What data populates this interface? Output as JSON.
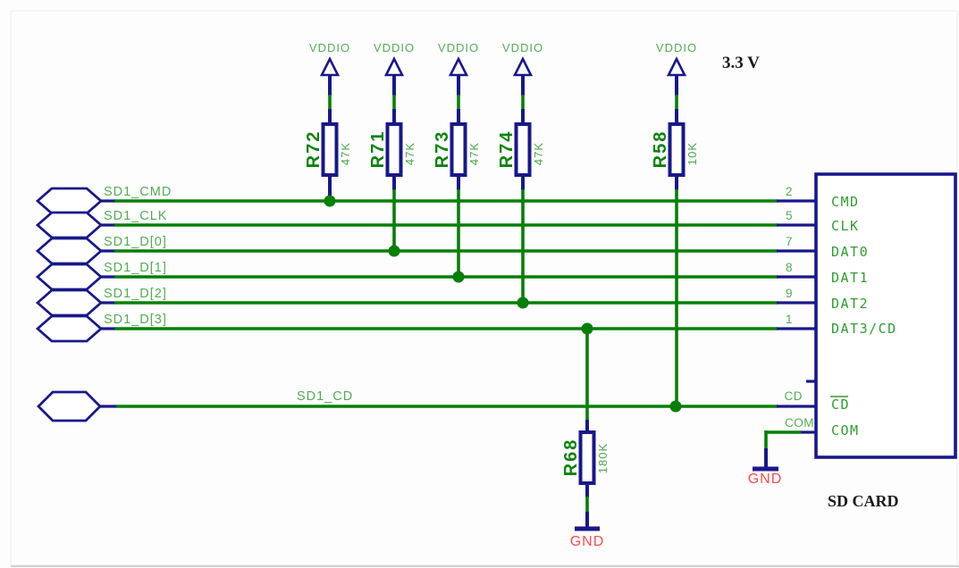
{
  "title_labels": {
    "voltage": "3.3 V",
    "component": "SD CARD"
  },
  "nets": {
    "power": "VDDIO",
    "ground": "GND"
  },
  "signals": {
    "cmd": "SD1_CMD",
    "clk": "SD1_CLK",
    "d0": "SD1_D[0]",
    "d1": "SD1_D[1]",
    "d2": "SD1_D[2]",
    "d3": "SD1_D[3]",
    "cd": "SD1_CD"
  },
  "resistors": {
    "r72": {
      "name": "R72",
      "value": "47K"
    },
    "r71": {
      "name": "R71",
      "value": "47K"
    },
    "r73": {
      "name": "R73",
      "value": "47K"
    },
    "r74": {
      "name": "R74",
      "value": "47K"
    },
    "r58": {
      "name": "R58",
      "value": "10K"
    },
    "r68": {
      "name": "R68",
      "value": "180K"
    }
  },
  "sd_card_pins": {
    "cmd": {
      "number": "2",
      "name": "CMD"
    },
    "clk": {
      "number": "5",
      "name": "CLK"
    },
    "dat0": {
      "number": "7",
      "name": "DAT0"
    },
    "dat1": {
      "number": "8",
      "name": "DAT1"
    },
    "dat2": {
      "number": "9",
      "name": "DAT2"
    },
    "dat3": {
      "number": "1",
      "name": "DAT3/CD"
    },
    "cd": {
      "number": "CD",
      "name": "CD"
    },
    "com": {
      "number": "COM",
      "name": "COM"
    }
  },
  "colors": {
    "wire_green": "#067f06",
    "symbol_navy": "#18188a",
    "label_green": "#53ac53",
    "component_name_green": "#0b830b",
    "pin_text_green": "#2f9e2f",
    "ground_red": "#fb4b4b",
    "text_black": "#1a1a1a"
  }
}
